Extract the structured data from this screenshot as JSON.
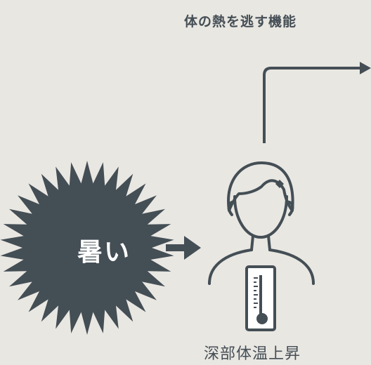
{
  "diagram": {
    "function_label": "体の熱を逃す機能",
    "burst_label": "暑い",
    "body_temp_label": "深部体温上昇"
  },
  "colors": {
    "background": "#e9e7e2",
    "ink": "#444e55",
    "burst_text": "#ffffff"
  },
  "icons": {
    "burst": "spiky-burst-icon",
    "arrow": "arrow-right-icon",
    "person": "person-outline-icon",
    "thermometer": "thermometer-icon"
  }
}
